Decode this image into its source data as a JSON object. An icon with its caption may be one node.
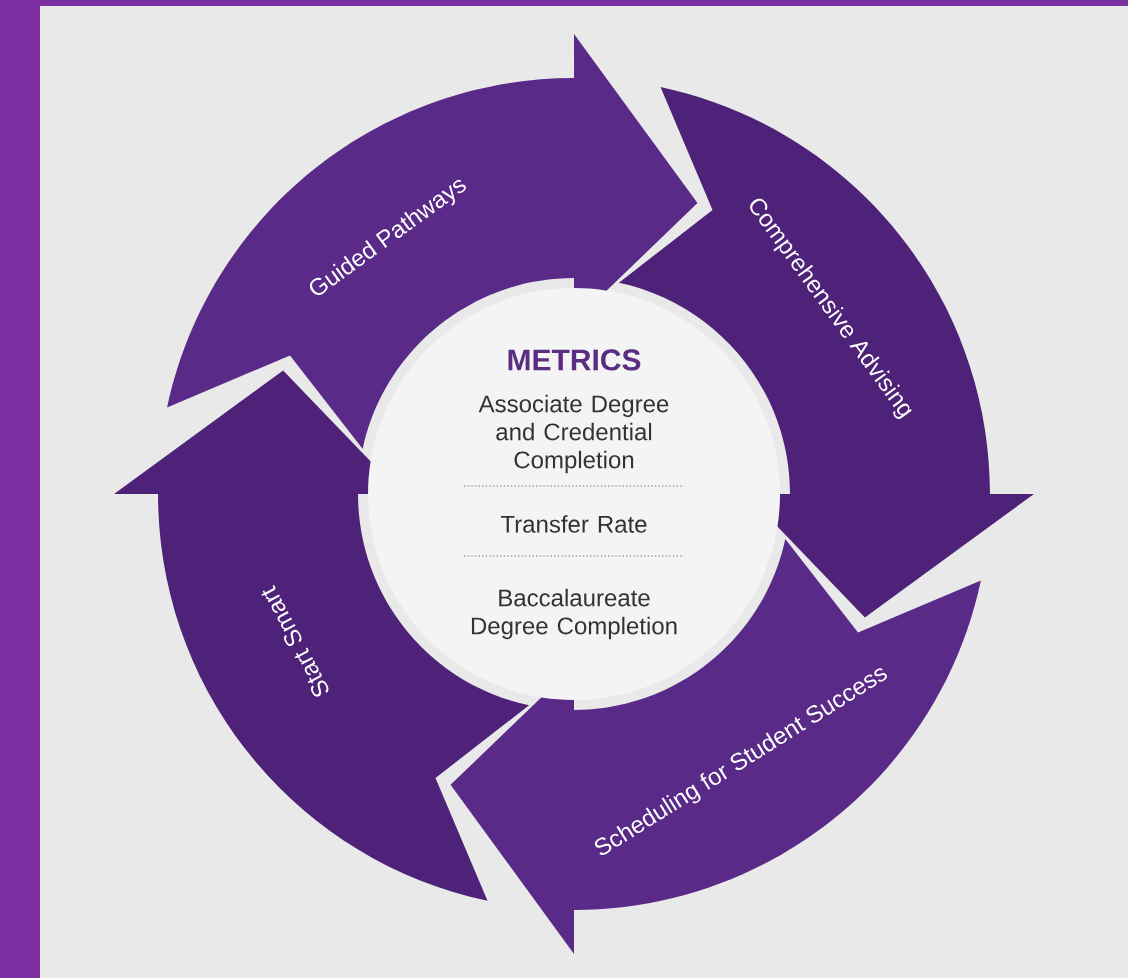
{
  "diagram": {
    "nodes": [
      {
        "text": [
          "Guided Pathways"
        ]
      },
      {
        "text": [
          "Comprehensive Advising"
        ]
      },
      {
        "text": [
          "Scheduling for Student Success"
        ]
      },
      {
        "text": [
          "Start Smart"
        ]
      },
      {
        "text": [
          "METRICS",
          "Associate Degree and Credential Completion",
          "Transfer Rate",
          "Baccalaureate Degree Completion"
        ]
      }
    ]
  }
}
